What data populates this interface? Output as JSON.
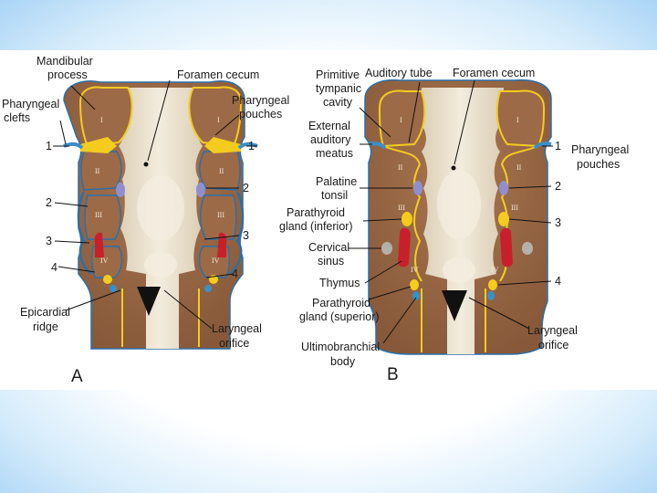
{
  "figure": {
    "panel_a": {
      "letter": "A",
      "labels": {
        "mandibular": [
          "Mandibular",
          "process"
        ],
        "pharyngeal_clefts": [
          "Pharyngeal",
          "clefts"
        ],
        "foramen_cecum": "Foramen cecum",
        "pharyngeal_pouches": [
          "Pharyngeal",
          "pouches"
        ],
        "epicardial": [
          "Epicardial",
          "ridge"
        ],
        "laryngeal": [
          "Laryngeal",
          "orifice"
        ],
        "numbers_left": [
          "1",
          "2",
          "3",
          "4"
        ],
        "numbers_right": [
          "1",
          "2",
          "3",
          "4"
        ]
      }
    },
    "panel_b": {
      "letter": "B",
      "labels": {
        "primitive_tympanic": [
          "Primitive",
          "tympanic",
          "cavity"
        ],
        "auditory_tube": "Auditory tube",
        "foramen_cecum": "Foramen cecum",
        "external_auditory": [
          "External",
          "auditory",
          "meatus"
        ],
        "palatine_tonsil": [
          "Palatine",
          "tonsil"
        ],
        "parathyroid_inferior": [
          "Parathyroid",
          "gland (inferior)"
        ],
        "cervical_sinus": [
          "Cervical",
          "sinus"
        ],
        "thymus": "Thymus",
        "parathyroid_superior": [
          "Parathyroid",
          "gland (superior)"
        ],
        "ultimobranchial": [
          "Ultimobranchial",
          "body"
        ],
        "pharyngeal_pouches": [
          "Pharyngeal",
          "pouches"
        ],
        "laryngeal": [
          "Laryngeal",
          "orifice"
        ],
        "numbers_right": [
          "1",
          "2",
          "3",
          "4"
        ]
      }
    },
    "roman_numerals": [
      "I",
      "II",
      "III",
      "IV"
    ]
  },
  "colors": {
    "tissue": "#9c6a47",
    "tissue_dark": "#7d5236",
    "floor": "#e8dcc6",
    "floor_light": "#f2ead9",
    "yellow": "#f3cc1e",
    "blue": "#3b8fc8",
    "red": "#c8202a",
    "lavender": "#8f8fcf",
    "page_glow": "#a9d4f6"
  }
}
